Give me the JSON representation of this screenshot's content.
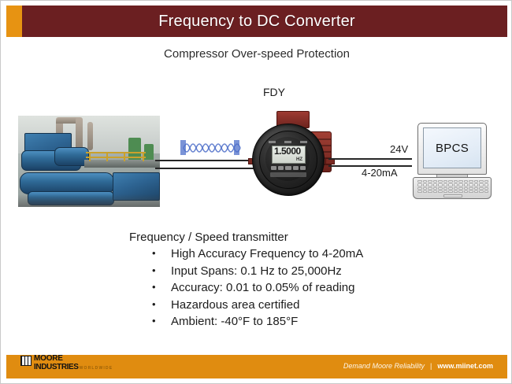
{
  "slide": {
    "title": "Frequency to DC Converter",
    "subtitle": "Compressor Over-speed Protection",
    "accent_colors": {
      "title_bar": "#6b1f21",
      "title_accent": "#e79312",
      "footer_bar": "#e08c10"
    }
  },
  "diagram": {
    "device_tag": "FDY",
    "device": {
      "display_value": "1.5000",
      "display_unit": "HZ"
    },
    "signals": {
      "power_label": "24V",
      "current_loop_label": "4-20mA"
    },
    "host": {
      "screen_label": "BPCS"
    }
  },
  "content": {
    "heading": "Frequency / Speed transmitter",
    "bullets": [
      "High Accuracy Frequency to 4-20mA",
      "Input Spans: 0.1 Hz to 25,000Hz",
      "Accuracy: 0.01 to 0.05% of reading",
      "Hazardous area certified",
      "Ambient: -40°F to 185°F"
    ]
  },
  "footer": {
    "logo_line1": "MOORE",
    "logo_line2": "INDUSTRIES",
    "logo_line3": "WORLDWIDE",
    "tagline": "Demand Moore Reliability",
    "separator": "|",
    "url": "www.miinet.com"
  }
}
